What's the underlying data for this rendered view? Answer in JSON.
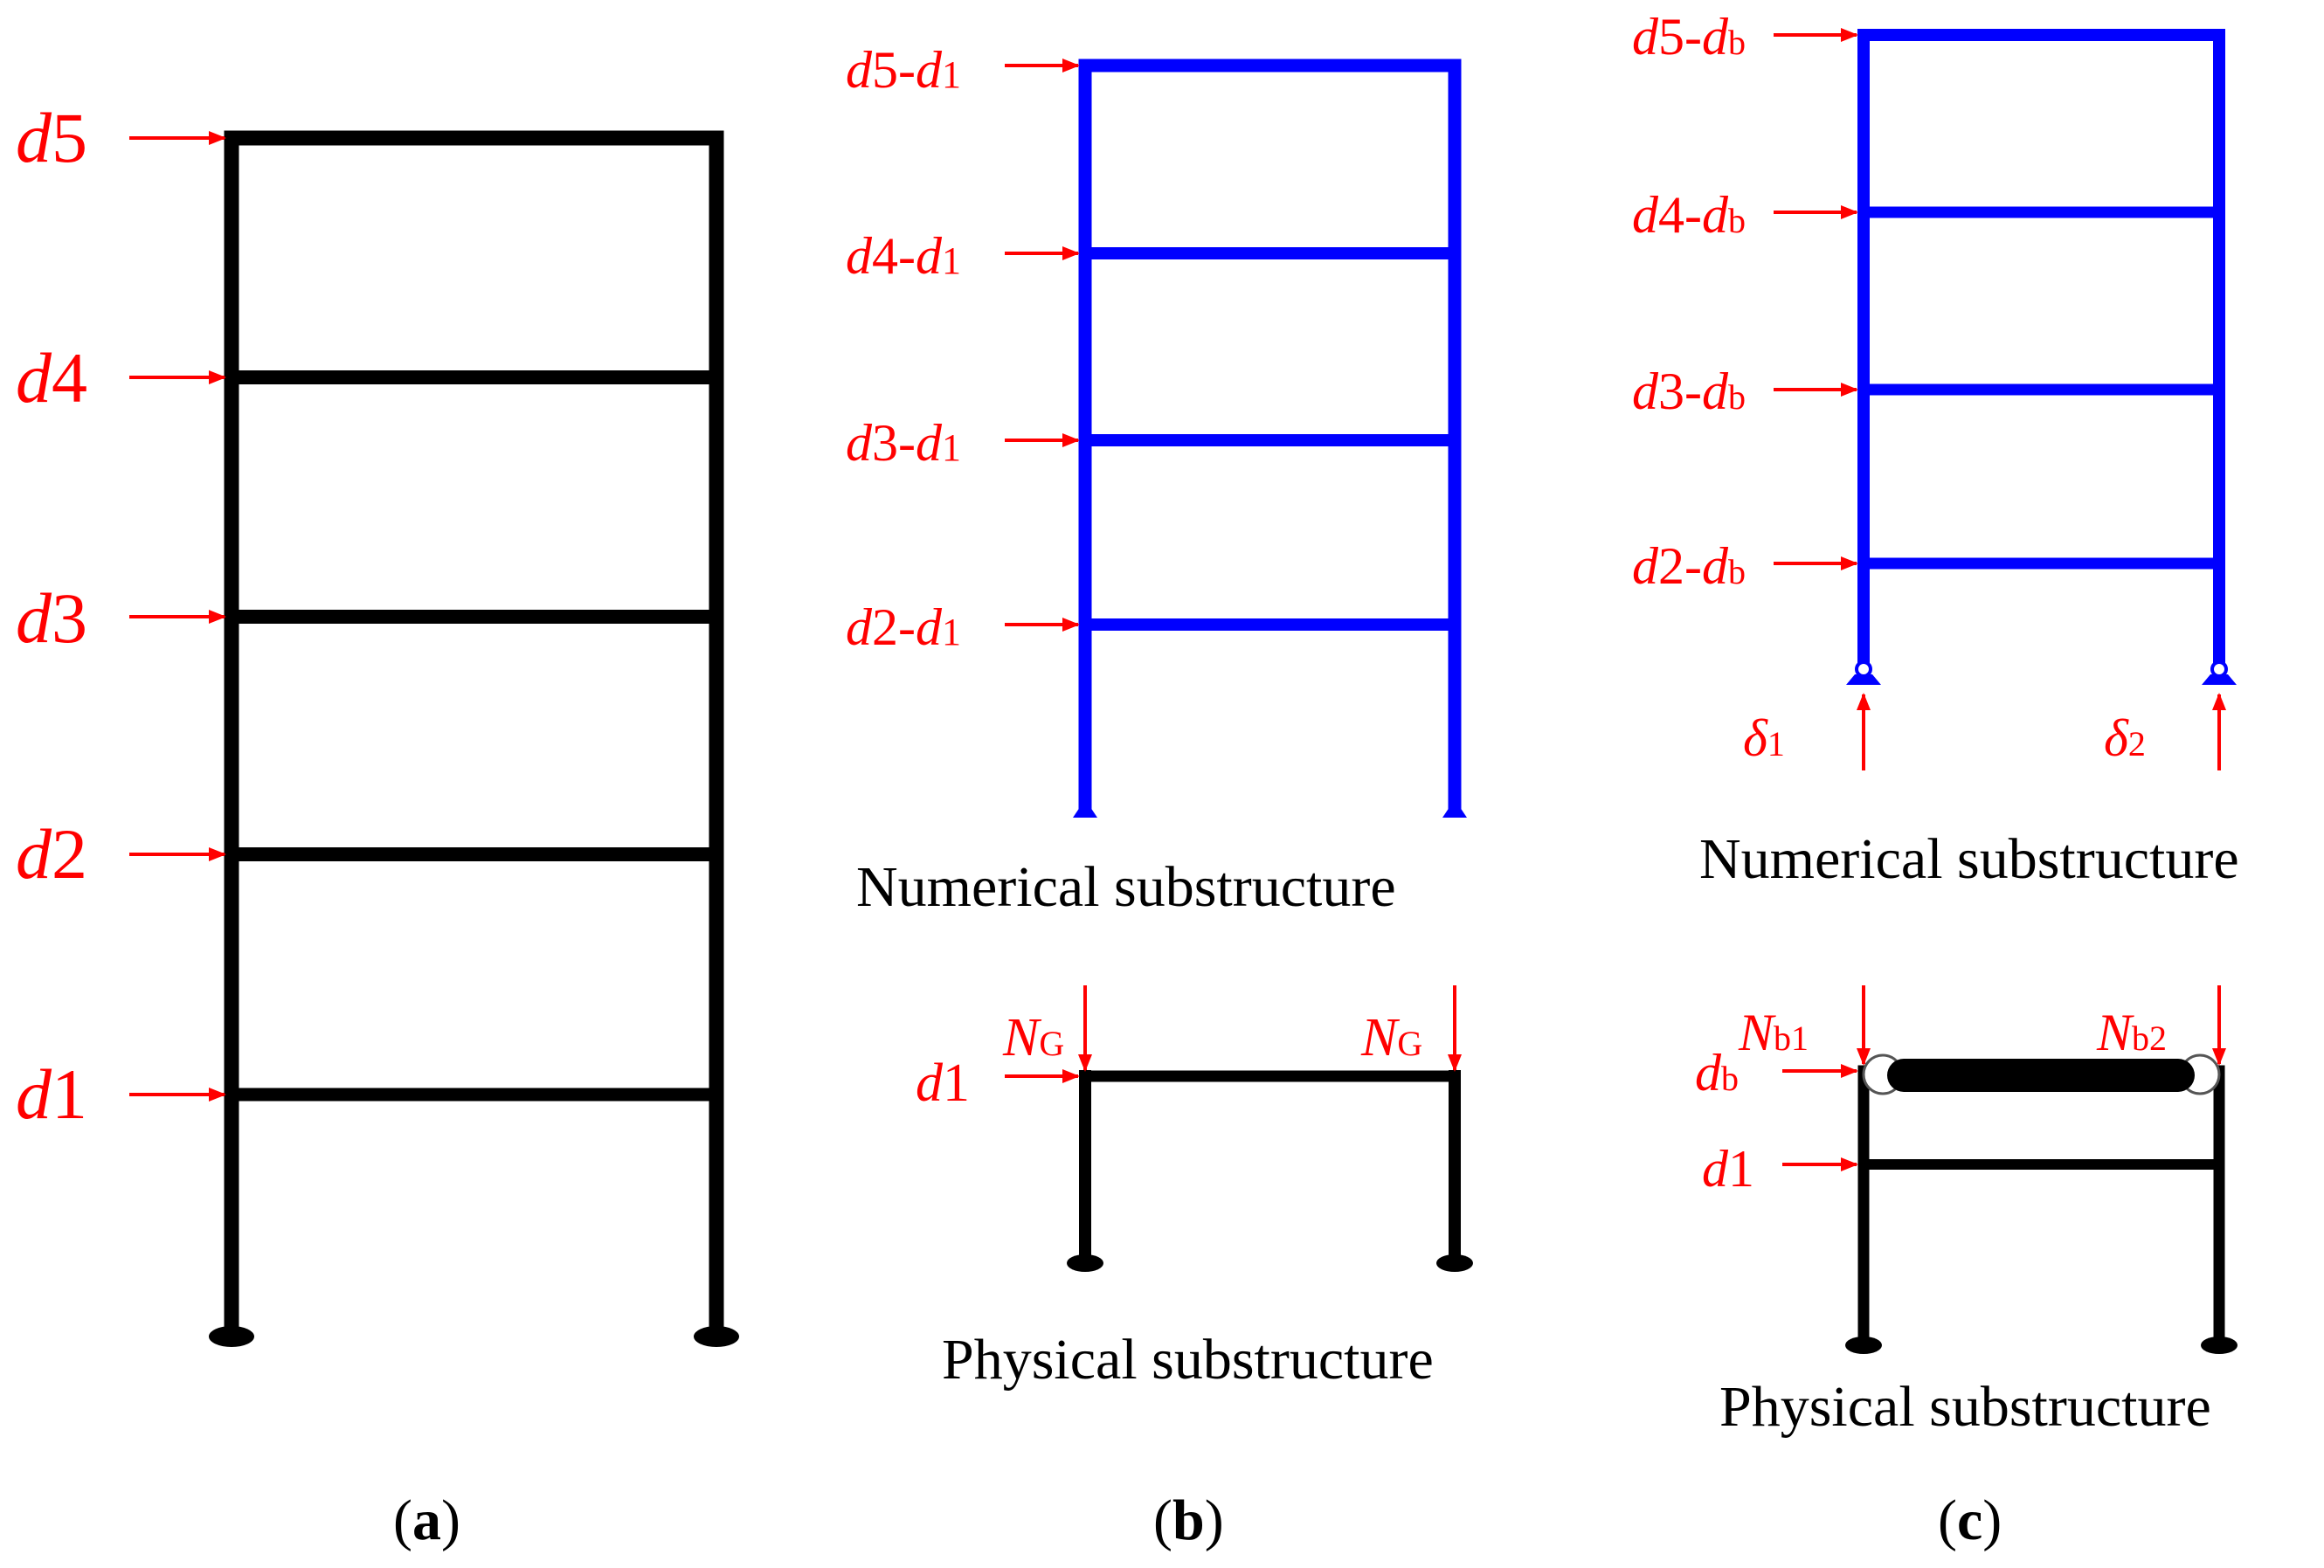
{
  "panel_a": {
    "labels": [
      {
        "var": "d",
        "num": "5"
      },
      {
        "var": "d",
        "num": "4"
      },
      {
        "var": "d",
        "num": "3"
      },
      {
        "var": "d",
        "num": "2"
      },
      {
        "var": "d",
        "num": "1"
      }
    ],
    "caption": {
      "open": "(",
      "letter": "a",
      "close": ")"
    }
  },
  "panel_b": {
    "numerical_labels": [
      {
        "var": "d",
        "num": "5-",
        "var2": "d",
        "sub": "1"
      },
      {
        "var": "d",
        "num": "4-",
        "var2": "d",
        "sub": "1"
      },
      {
        "var": "d",
        "num": "3-",
        "var2": "d",
        "sub": "1"
      },
      {
        "var": "d",
        "num": "2-",
        "var2": "d",
        "sub": "1"
      }
    ],
    "numerical_title": "Numerical substructure",
    "axial_left": {
      "var": "N",
      "sub": "G"
    },
    "axial_right": {
      "var": "N",
      "sub": "G"
    },
    "physical_disp": {
      "var": "d",
      "num": "1"
    },
    "physical_title": "Physical substructure",
    "caption": {
      "open": "(",
      "letter": "b",
      "close": ")"
    }
  },
  "panel_c": {
    "numerical_labels": [
      {
        "var": "d",
        "num": "5-",
        "var2": "d",
        "sub": "b"
      },
      {
        "var": "d",
        "num": "4-",
        "var2": "d",
        "sub": "b"
      },
      {
        "var": "d",
        "num": "3-",
        "var2": "d",
        "sub": "b"
      },
      {
        "var": "d",
        "num": "2-",
        "var2": "d",
        "sub": "b"
      }
    ],
    "reaction_left": {
      "var": "δ",
      "sub": "1"
    },
    "reaction_right": {
      "var": "δ",
      "sub": "2"
    },
    "numerical_title": "Numerical substructure",
    "axial_left": {
      "var": "N",
      "sub": "b1"
    },
    "axial_right": {
      "var": "N",
      "sub": "b2"
    },
    "physical_disp_top": {
      "var": "d",
      "sub": "b"
    },
    "physical_disp_bottom": {
      "var": "d",
      "num": "1"
    },
    "physical_title": "Physical substructure",
    "caption": {
      "open": "(",
      "letter": "c",
      "close": ")"
    }
  },
  "colors": {
    "load": "#ff0000",
    "numerical": "#0000ff",
    "physical": "#000000"
  }
}
